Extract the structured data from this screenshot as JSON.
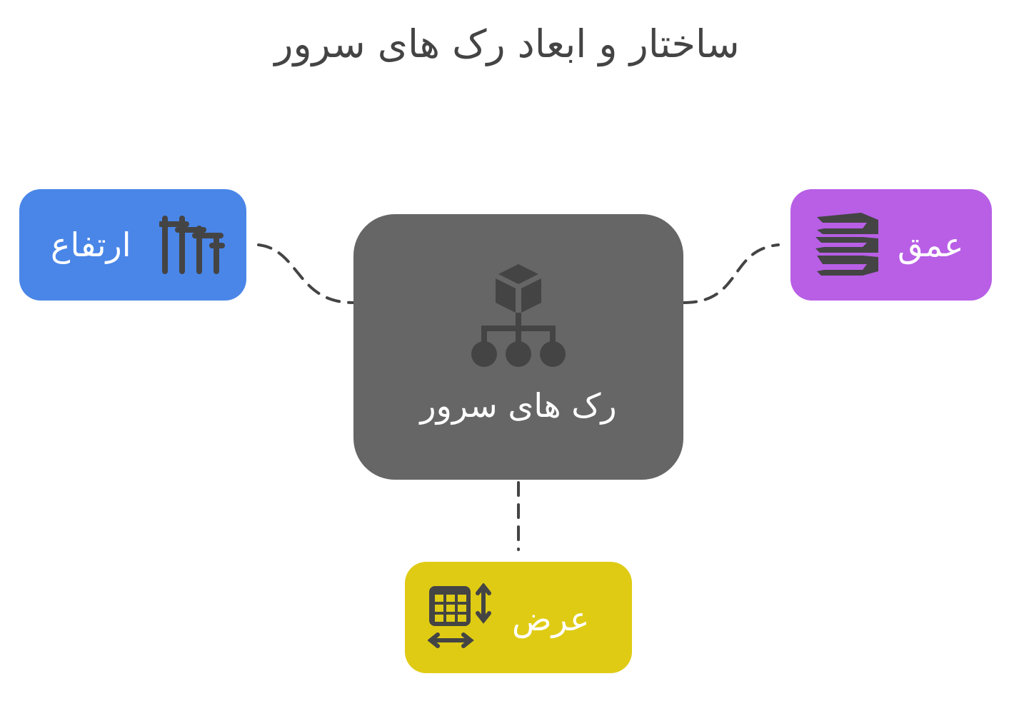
{
  "diagram": {
    "title": "ساختار و ابعاد رک های سرور",
    "center": {
      "label": "رک های سرور",
      "icon": "server-hierarchy-icon",
      "color": "#666666"
    },
    "branches": [
      {
        "id": "height",
        "label": "ارتفاع",
        "icon": "vertical-bars-icon",
        "color": "#4A86E8"
      },
      {
        "id": "depth",
        "label": "عمق",
        "icon": "stacked-layers-icon",
        "color": "#B85FE6"
      },
      {
        "id": "width",
        "label": "عرض",
        "icon": "table-dimensions-icon",
        "color": "#DFCB14"
      }
    ],
    "connector_color": "#444444",
    "icon_color": "#444444"
  }
}
